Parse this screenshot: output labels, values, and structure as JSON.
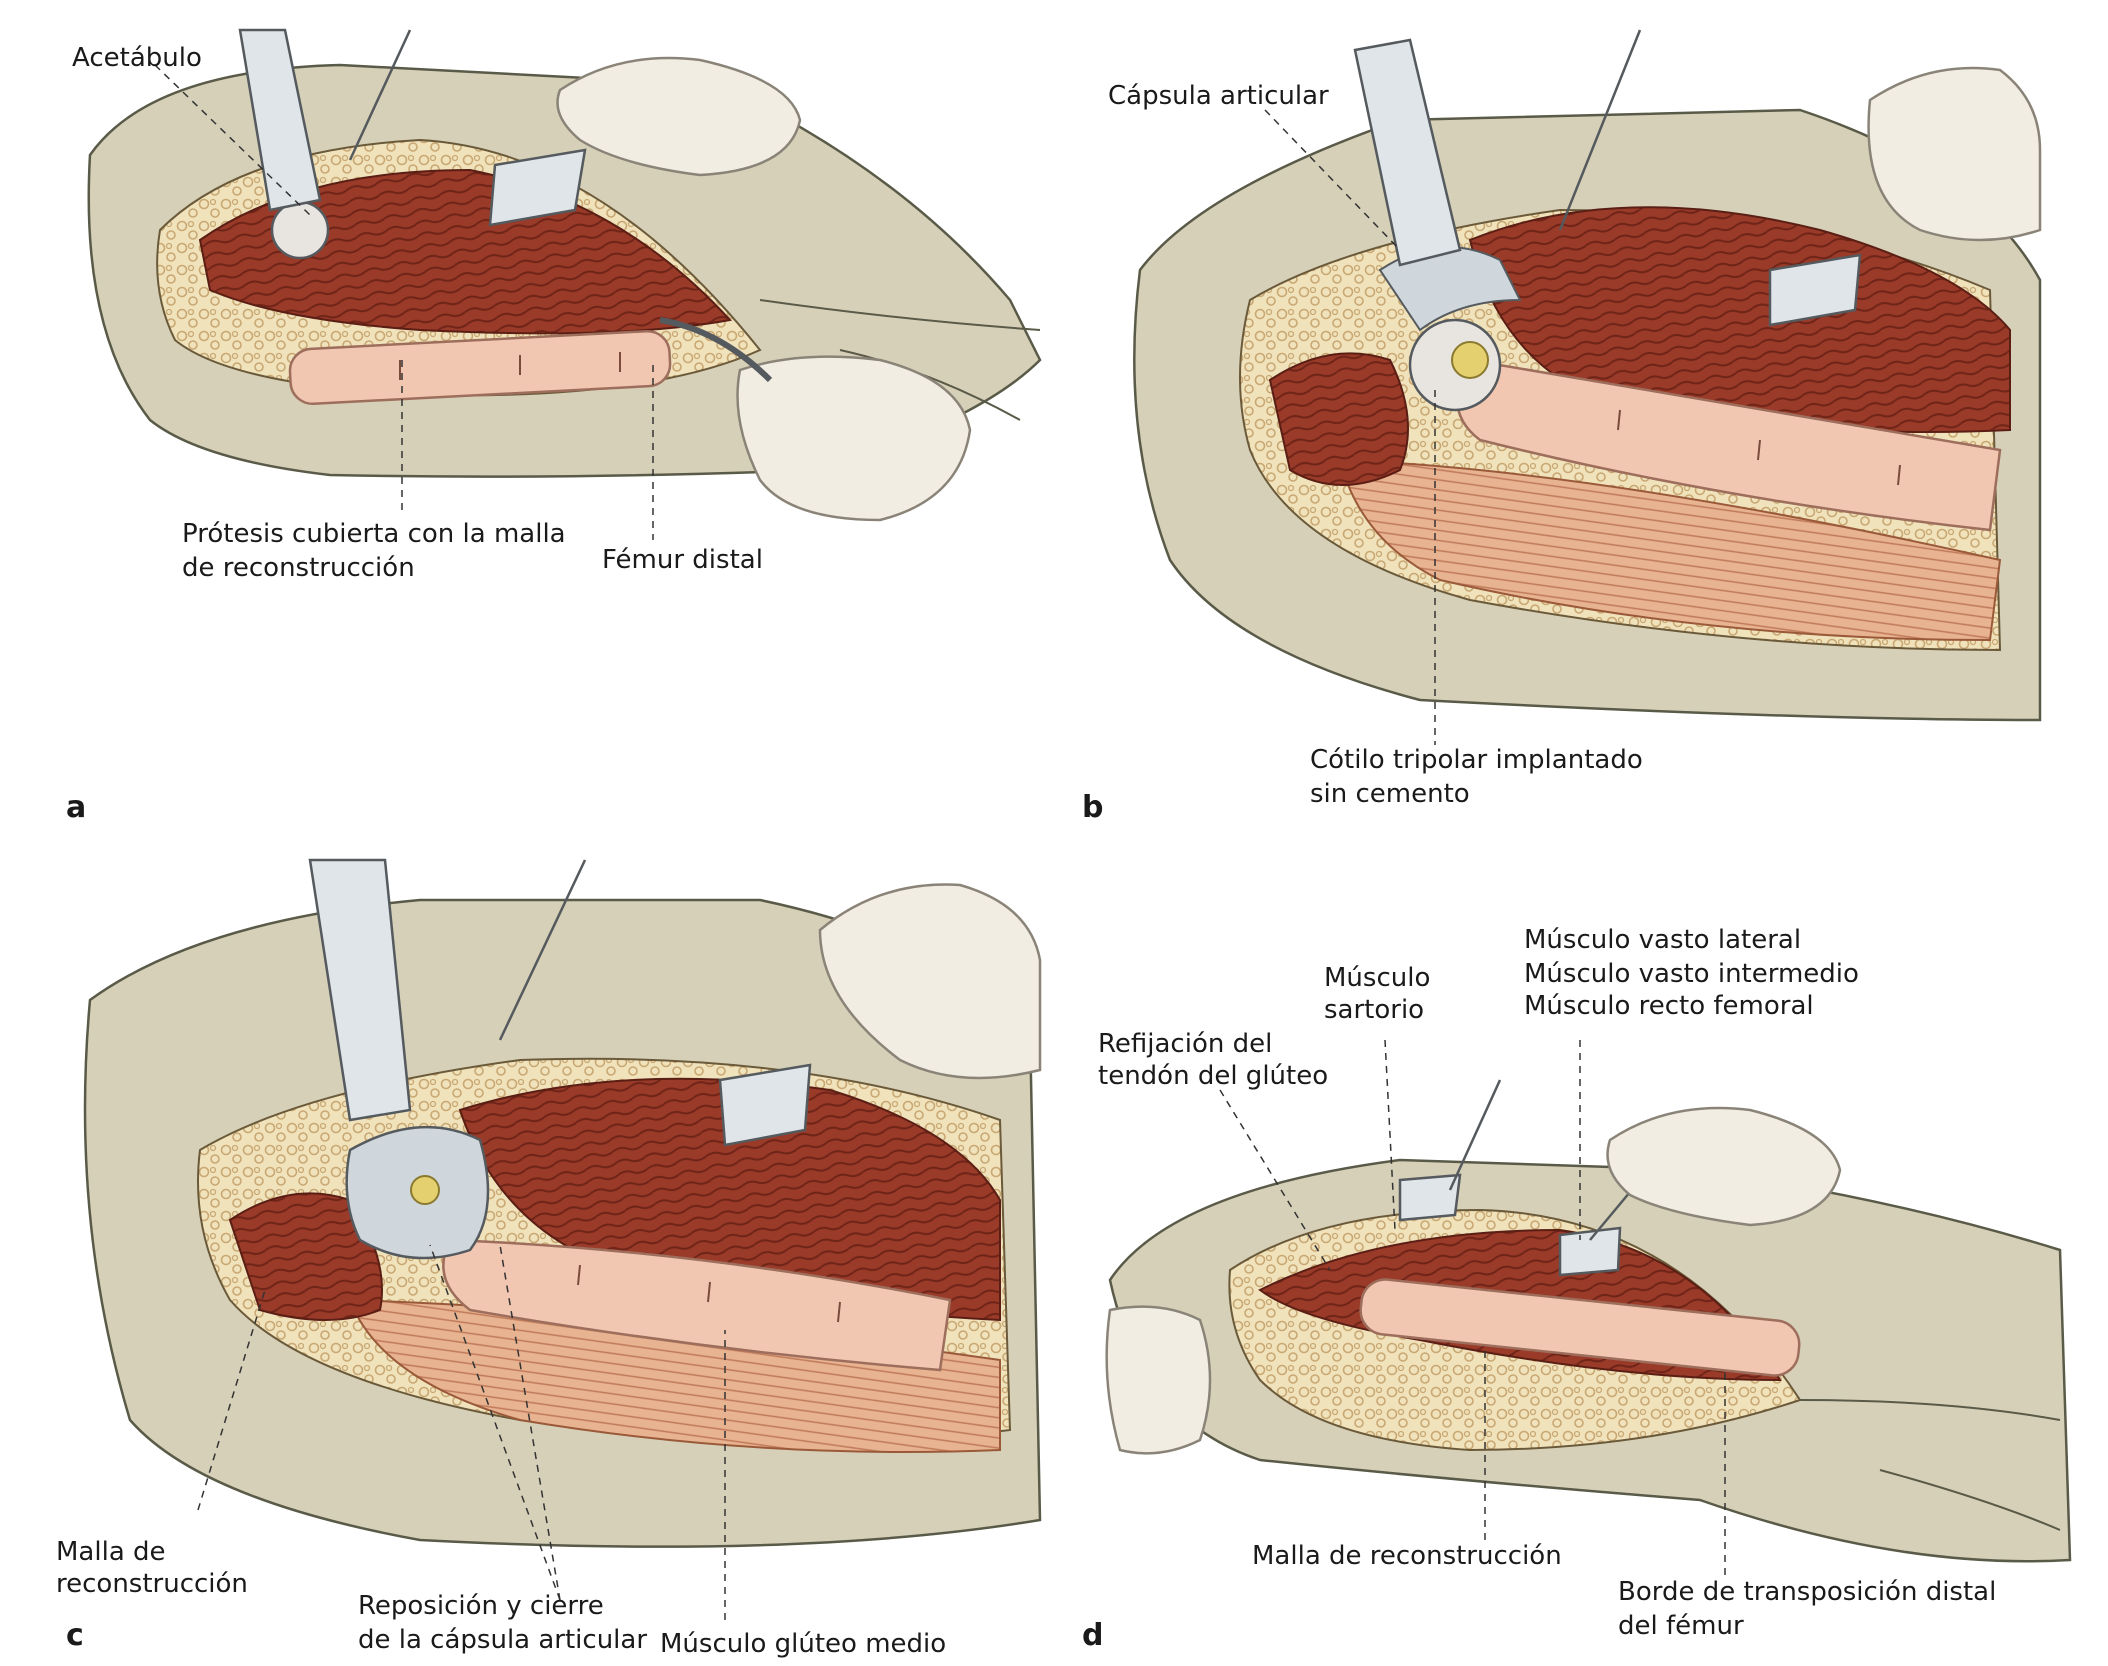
{
  "panels": {
    "a": {
      "letter": "a",
      "acetabulo": "Acetábulo",
      "protesis_l1": "Prótesis cubierta con la malla",
      "protesis_l2": "de reconstrucción",
      "femur_distal": "Fémur distal"
    },
    "b": {
      "letter": "b",
      "capsula": "Cápsula articular",
      "cotilo_l1": "Cótilo tripolar implantado",
      "cotilo_l2": "sin cemento"
    },
    "c": {
      "letter": "c",
      "malla_l1": "Malla de",
      "malla_l2": "reconstrucción",
      "reposicion_l1": "Reposición y cierre",
      "reposicion_l2": "de la cápsula articular",
      "gluteo_medio": "Músculo glúteo medio"
    },
    "d": {
      "letter": "d",
      "vasto_lateral": "Músculo vasto lateral",
      "vasto_intermedio": "Músculo vasto intermedio",
      "recto_femoral": "Músculo recto femoral",
      "sartorio_l1": "Músculo",
      "sartorio_l2": "sartorio",
      "refijacion_l1": "Refijación del",
      "refijacion_l2": "tendón del glúteo",
      "malla": "Malla de reconstrucción",
      "borde_l1": "Borde de transposición distal",
      "borde_l2": "del fémur"
    }
  },
  "colors": {
    "skin": "#d6d0b8",
    "skin_edge": "#5a5a48",
    "fat": "#f0e2bb",
    "fat_dot": "#c9a874",
    "muscle": "#9a3a28",
    "muscle_dark": "#6e2418",
    "thigh_muscle": "#e3a27c",
    "prosthesis": "#f1c7b2",
    "prosthesis_edge": "#9e6e5c",
    "metal": "#dfe5e8",
    "metal_edge": "#555a5e",
    "glove": "#f2ede3",
    "glove_edge": "#8a8478"
  }
}
